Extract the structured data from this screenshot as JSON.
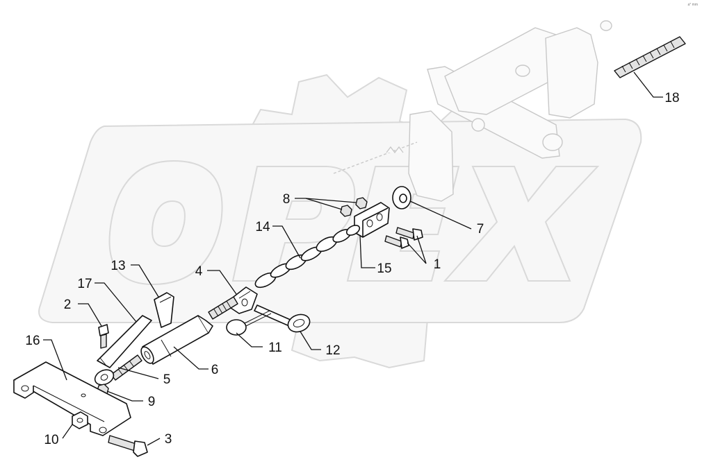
{
  "watermark": "OPEX",
  "corner_mark": "a° mm",
  "callouts": {
    "c1": "1",
    "c2": "2",
    "c3": "3",
    "c4": "4",
    "c5": "5",
    "c6": "6",
    "c7": "7",
    "c8": "8",
    "c9": "9",
    "c10": "10",
    "c11": "11",
    "c12": "12",
    "c13": "13",
    "c14": "14",
    "c15": "15",
    "c16": "16",
    "c17": "17",
    "c18": "18"
  }
}
